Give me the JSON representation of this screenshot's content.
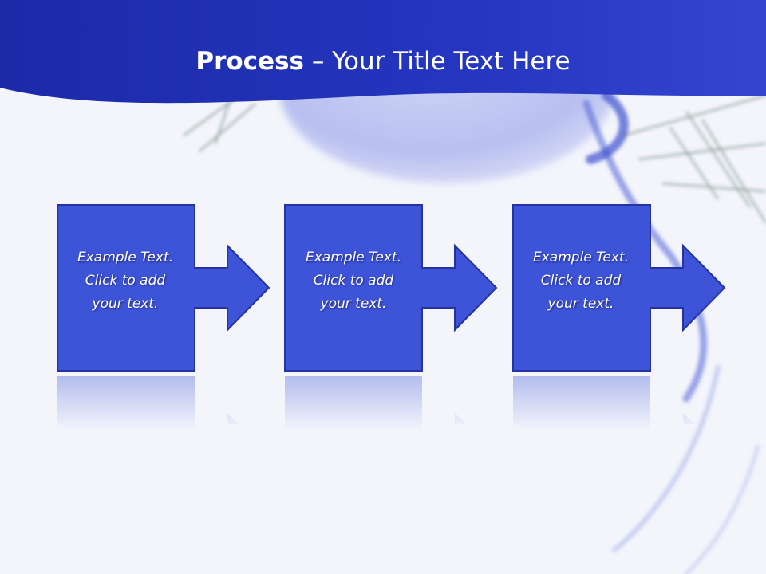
{
  "slide": {
    "title_bold": "Process",
    "title_rest": " – Your Title Text Here"
  },
  "steps": [
    {
      "text": "Example Text.\nClick  to add\nyour text."
    },
    {
      "text": "Example Text.\nClick  to add\nyour text."
    },
    {
      "text": "Example Text.\nClick  to add\nyour text."
    }
  ],
  "colors": {
    "header_blue": "#1f2fb4",
    "box_blue": "#3d53d8",
    "box_border": "#2533a0",
    "background": "#f3f5fb"
  }
}
